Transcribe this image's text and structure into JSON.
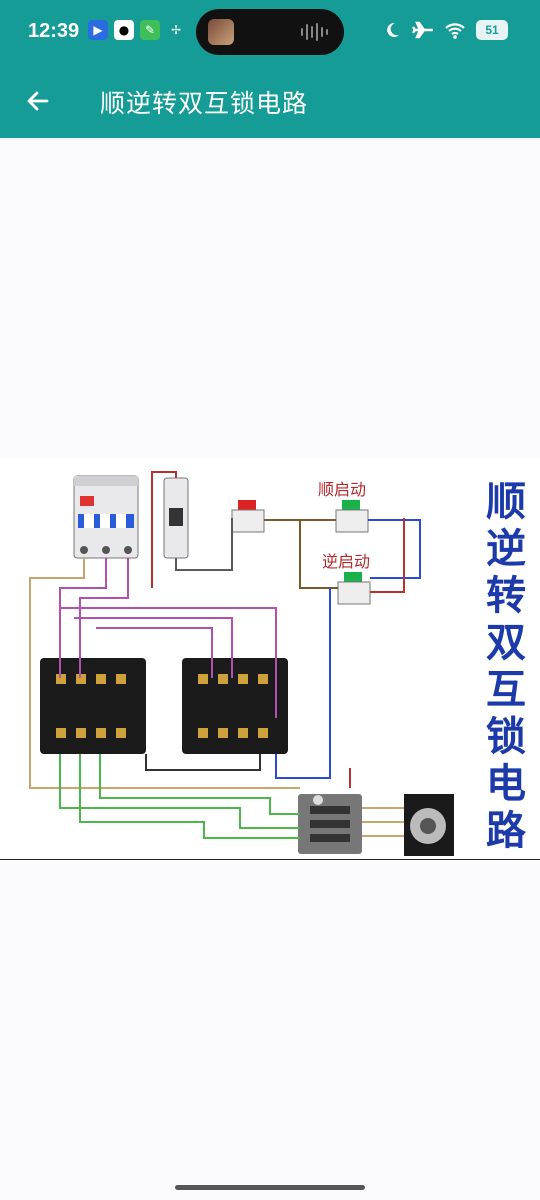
{
  "status_bar": {
    "time": "12:39",
    "battery": "51",
    "icons_left": [
      "app-badge-icon",
      "qq-icon",
      "tool-icon",
      "pinwheel-icon"
    ],
    "icons_right": [
      "moon-icon",
      "airplane-icon",
      "wifi-icon",
      "battery-icon"
    ]
  },
  "app_bar": {
    "title": "顺逆转双互锁电路",
    "back_icon": "arrow-left-icon"
  },
  "diagram": {
    "vertical_title": [
      "顺",
      "逆",
      "转",
      "双",
      "互",
      "锁",
      "电",
      "路"
    ],
    "label_forward": "顺启动",
    "label_reverse": "逆启动"
  },
  "colors": {
    "accent": "#169c96",
    "title_blue": "#1c3aa9",
    "label_red": "#b52a2a"
  }
}
